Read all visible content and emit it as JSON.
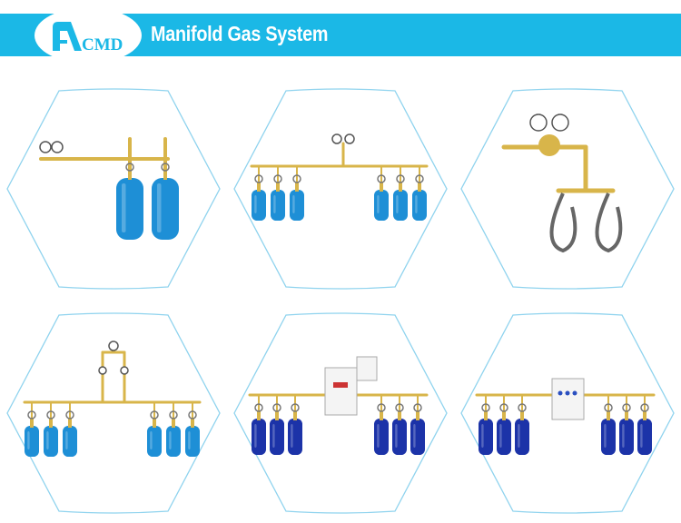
{
  "header": {
    "logo_text": "CMD",
    "title": "Manifold Gas System",
    "band_color": "#1bb8e6"
  },
  "panels": [
    {
      "label": "manifold-2-cylinder"
    },
    {
      "label": "manifold-6-cylinder-center-regulator"
    },
    {
      "label": "regulator-with-hoses"
    },
    {
      "label": "manifold-6-cylinder-tall-regulator"
    },
    {
      "label": "manifold-6-cylinder-control-box"
    },
    {
      "label": "manifold-6-cylinder-control-panel"
    }
  ],
  "colors": {
    "hex_outline": "#8fd3ee",
    "cylinder_light": "#1e8fd6",
    "cylinder_dark": "#1c33a8",
    "brass": "#d8b54a"
  }
}
